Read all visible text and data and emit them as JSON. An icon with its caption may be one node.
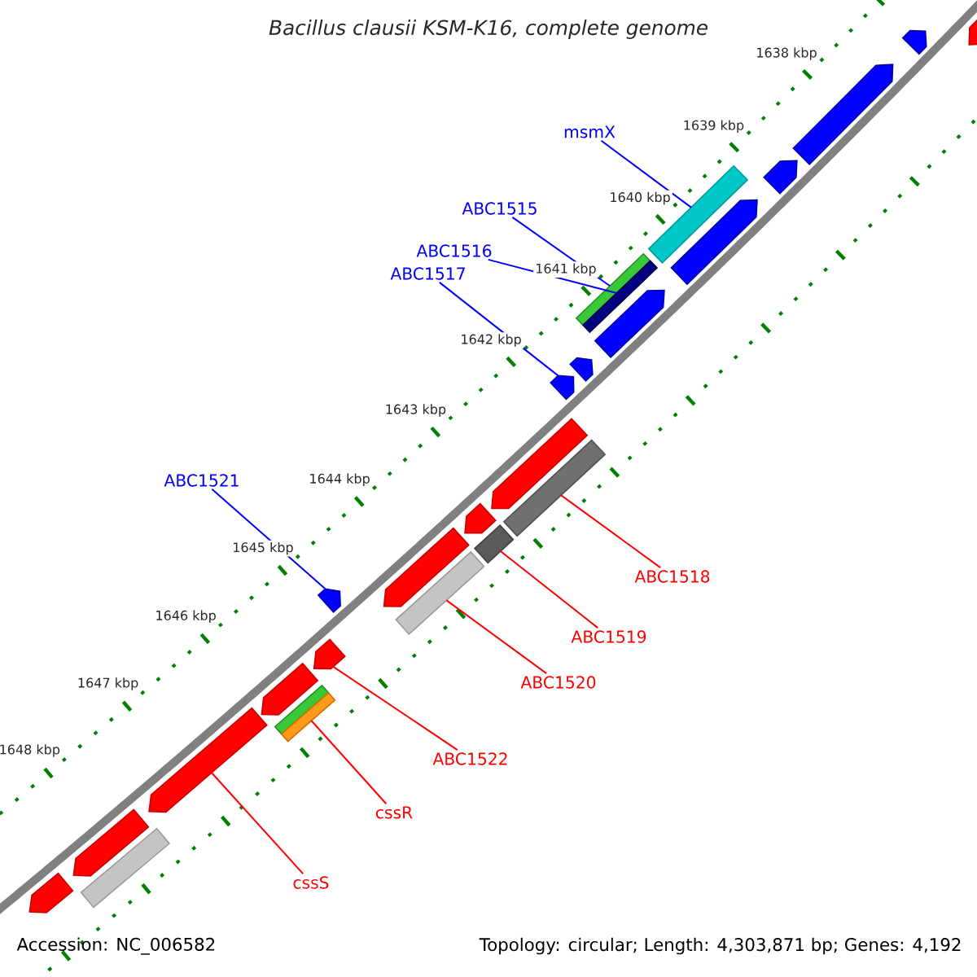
{
  "diagram": {
    "title": "Bacillus clausii KSM-K16, complete genome",
    "nodes": [
      {
        "text": [
          "msmX"
        ]
      },
      {
        "text": [
          "ABC1515"
        ]
      },
      {
        "text": [
          "ABC1516"
        ]
      },
      {
        "text": [
          "ABC1517"
        ]
      },
      {
        "text": [
          "ABC1521"
        ]
      },
      {
        "text": [
          "ABC1518"
        ]
      },
      {
        "text": [
          "ABC1519"
        ]
      },
      {
        "text": [
          "ABC1520"
        ]
      },
      {
        "text": [
          "ABC1522"
        ]
      },
      {
        "text": [
          "cssR"
        ]
      },
      {
        "text": [
          "cssS"
        ]
      },
      {
        "text": [],
        "shape": "pentagon"
      },
      {
        "text": [],
        "shape": "pentagon"
      },
      {
        "text": [],
        "shape": "pentagon"
      },
      {
        "text": [],
        "shape": "pentagon"
      },
      {
        "text": [],
        "shape": "bar"
      },
      {
        "text": [],
        "shape": "pentagon"
      },
      {
        "text": [],
        "shape": "bar"
      },
      {
        "text": [],
        "shape": "bar"
      },
      {
        "text": [],
        "shape": "pentagon"
      },
      {
        "text": [],
        "shape": "pentagon"
      },
      {
        "text": [],
        "shape": "pentagon"
      },
      {
        "text": [],
        "shape": "pentagon"
      },
      {
        "text": [],
        "shape": "bar"
      },
      {
        "text": [],
        "shape": "pentagon"
      },
      {
        "text": [],
        "shape": "bar"
      },
      {
        "text": [],
        "shape": "pentagon"
      },
      {
        "text": [],
        "shape": "bar"
      },
      {
        "text": [],
        "shape": "pentagon"
      },
      {
        "text": [],
        "shape": "pentagon"
      },
      {
        "text": [],
        "shape": "pentagon"
      },
      {
        "text": [],
        "shape": "bar"
      },
      {
        "text": [],
        "shape": "bar"
      },
      {
        "text": [],
        "shape": "pentagon"
      },
      {
        "text": [],
        "shape": "pentagon"
      },
      {
        "text": [],
        "shape": "bar"
      },
      {
        "text": [],
        "shape": "pentagon"
      }
    ],
    "edges": [
      {
        "from": 0,
        "to": 15,
        "arrow": "none",
        "color": "#0000ff"
      },
      {
        "from": 1,
        "to": 17,
        "arrow": "none",
        "color": "#0000ff"
      },
      {
        "from": 2,
        "to": 18,
        "arrow": "none",
        "color": "#0000ff"
      },
      {
        "from": 3,
        "to": 21,
        "arrow": "none",
        "color": "#0000ff"
      },
      {
        "from": 4,
        "to": 28,
        "arrow": "none",
        "color": "#0000ff"
      },
      {
        "from": 5,
        "to": 23,
        "arrow": "none"
      },
      {
        "from": 6,
        "to": 25,
        "arrow": "none"
      },
      {
        "from": 7,
        "to": 27,
        "arrow": "none"
      },
      {
        "from": 8,
        "to": 29,
        "arrow": "none"
      },
      {
        "from": 9,
        "to": 32,
        "arrow": "none"
      },
      {
        "from": 10,
        "to": 33,
        "arrow": "none"
      }
    ],
    "labels": [
      "1638 kbp",
      "1639 kbp",
      "1640 kbp",
      "1641 kbp",
      "1642 kbp",
      "1643 kbp",
      "1644 kbp",
      "1645 kbp",
      "1646 kbp",
      "1647 kbp",
      "1648 kbp",
      "Accession: NC_006582",
      "Topology: circular; Length: 4,303,871 bp; Genes: 4,192"
    ]
  }
}
